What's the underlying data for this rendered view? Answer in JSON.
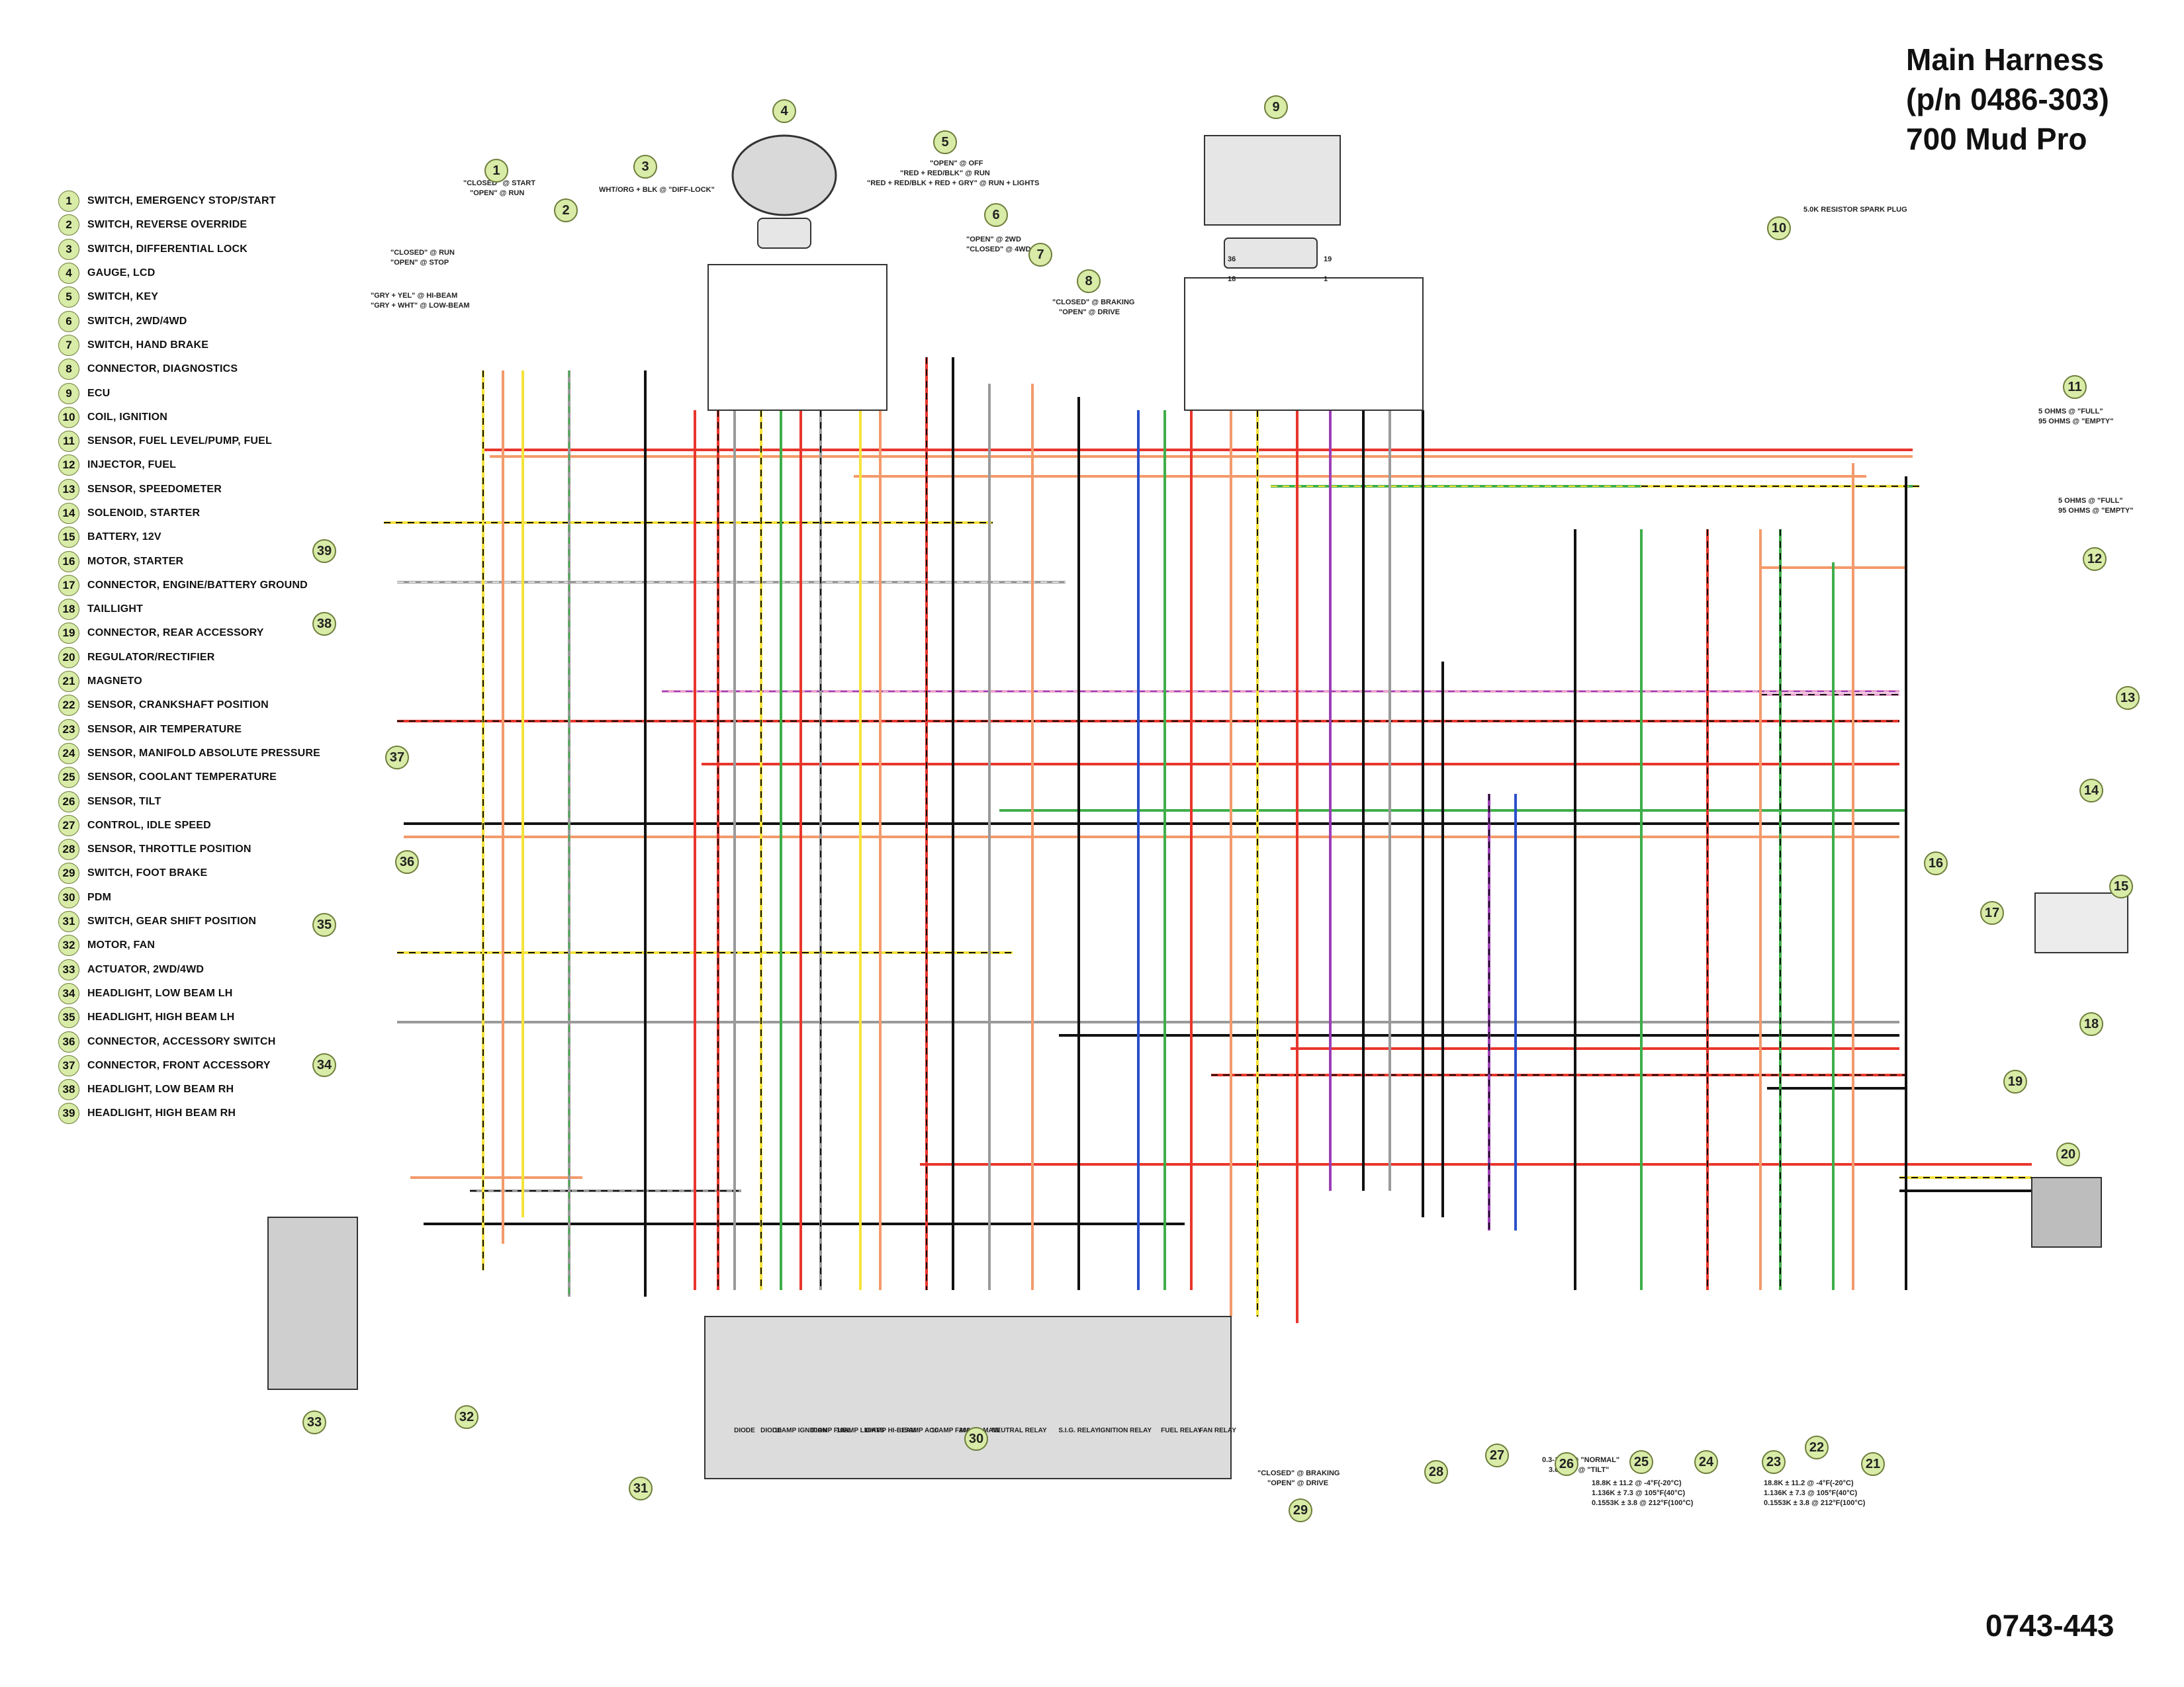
{
  "title": {
    "line1": "Main Harness",
    "line2": "(p/n 0486-303)",
    "line3": "700 Mud Pro"
  },
  "part_number": "0743-443",
  "legend": [
    {
      "num": "1",
      "label": "SWITCH, EMERGENCY STOP/START"
    },
    {
      "num": "2",
      "label": "SWITCH, REVERSE OVERRIDE"
    },
    {
      "num": "3",
      "label": "SWITCH, DIFFERENTIAL LOCK"
    },
    {
      "num": "4",
      "label": "GAUGE, LCD"
    },
    {
      "num": "5",
      "label": "SWITCH, KEY"
    },
    {
      "num": "6",
      "label": "SWITCH, 2WD/4WD"
    },
    {
      "num": "7",
      "label": "SWITCH, HAND BRAKE"
    },
    {
      "num": "8",
      "label": "CONNECTOR, DIAGNOSTICS"
    },
    {
      "num": "9",
      "label": "ECU"
    },
    {
      "num": "10",
      "label": "COIL, IGNITION"
    },
    {
      "num": "11",
      "label": "SENSOR, FUEL LEVEL/PUMP, FUEL"
    },
    {
      "num": "12",
      "label": "INJECTOR,  FUEL"
    },
    {
      "num": "13",
      "label": "SENSOR, SPEEDOMETER"
    },
    {
      "num": "14",
      "label": "SOLENOID, STARTER"
    },
    {
      "num": "15",
      "label": "BATTERY, 12V"
    },
    {
      "num": "16",
      "label": "MOTOR, STARTER"
    },
    {
      "num": "17",
      "label": "CONNECTOR, ENGINE/BATTERY GROUND"
    },
    {
      "num": "18",
      "label": "TAILLIGHT"
    },
    {
      "num": "19",
      "label": "CONNECTOR, REAR ACCESSORY"
    },
    {
      "num": "20",
      "label": "REGULATOR/RECTIFIER"
    },
    {
      "num": "21",
      "label": "MAGNETO"
    },
    {
      "num": "22",
      "label": "SENSOR, CRANKSHAFT POSITION"
    },
    {
      "num": "23",
      "label": "SENSOR,  AIR TEMPERATURE"
    },
    {
      "num": "24",
      "label": "SENSOR,  MANIFOLD ABSOLUTE PRESSURE"
    },
    {
      "num": "25",
      "label": "SENSOR,  COOLANT TEMPERATURE"
    },
    {
      "num": "26",
      "label": "SENSOR, TILT"
    },
    {
      "num": "27",
      "label": "CONTROL, IDLE SPEED"
    },
    {
      "num": "28",
      "label": "SENSOR, THROTTLE POSITION"
    },
    {
      "num": "29",
      "label": "SWITCH, FOOT BRAKE"
    },
    {
      "num": "30",
      "label": "PDM"
    },
    {
      "num": "31",
      "label": "SWITCH, GEAR SHIFT POSITION"
    },
    {
      "num": "32",
      "label": "MOTOR, FAN"
    },
    {
      "num": "33",
      "label": "ACTUATOR, 2WD/4WD"
    },
    {
      "num": "34",
      "label": "HEADLIGHT, LOW BEAM LH"
    },
    {
      "num": "35",
      "label": "HEADLIGHT, HIGH BEAM LH"
    },
    {
      "num": "36",
      "label": "CONNECTOR, ACCESSORY SWITCH"
    },
    {
      "num": "37",
      "label": "CONNECTOR, FRONT ACCESSORY"
    },
    {
      "num": "38",
      "label": "HEADLIGHT, LOW BEAM RH"
    },
    {
      "num": "39",
      "label": "HEADLIGHT, HIGH BEAM RH"
    }
  ],
  "notes": {
    "sw1": "\"CLOSED\" @ START",
    "sw1b": "\"OPEN\" @ RUN",
    "sw1c": "\"CLOSED\" @ RUN",
    "sw1d": "\"OPEN\" @ STOP",
    "sw1e": "\"GRY + YEL\" @ HI-BEAM",
    "sw1f": "\"GRY + WHT\" @ LOW-BEAM",
    "sw3": "WHT/ORG + BLK @ \"DIFF-LOCK\"",
    "sw5a": "\"OPEN\" @ OFF",
    "sw5b": "\"RED + RED/BLK\" @ RUN",
    "sw5c": "\"RED + RED/BLK + RED + GRY\" @ RUN + LIGHTS",
    "sw6a": "\"OPEN\" @ 2WD",
    "sw6b": "\"CLOSED\" @ 4WD",
    "sw8a": "\"CLOSED\" @ BRAKING",
    "sw8b": "\"OPEN\" @ DRIVE",
    "coil": "5.0K RESISTOR SPARK PLUG",
    "fuel1": "5 OHMS @ \"FULL\"",
    "fuel2": "95 OHMS @ \"EMPTY\"",
    "tilt": "0.3-1.5V @ \"NORMAL\"",
    "tilt2": "3.0-7.0V @ \"TILT\"",
    "coolant1": "18.8K ± 11.2 @ -4°F(-20°C)",
    "coolant2": "1.136K ± 7.3 @ 105°F(40°C)",
    "coolant3": "0.1553K ± 3.8 @ 212°F(100°C)",
    "brake29a": "\"CLOSED\" @ BRAKING",
    "brake29b": "\"OPEN\" @ DRIVE",
    "pdm": [
      "DIODE",
      "DIODE",
      "10AMP IGNITION",
      "10AMP FUEL",
      "10AMP LIGHTS",
      "10AMP HI-BEAM",
      "15AMP ACC",
      "10AMP FAN",
      "30AMP MAIN",
      "NEUTRAL RELAY",
      "S.I.G. RELAY",
      "IGNITION RELAY",
      "FUEL RELAY",
      "FAN RELAY"
    ]
  },
  "wire_colors": {
    "red": "#e8362c",
    "black": "#111111",
    "orange": "#f39a6b",
    "yellow": "#f5e23a",
    "green": "#3fae49",
    "blue": "#2a4fc8",
    "gray": "#9a9a9a",
    "purple": "#9b3fb5",
    "white": "#e5e5e5",
    "brown": "#8b5a2b",
    "pink": "#e9a5cf"
  }
}
